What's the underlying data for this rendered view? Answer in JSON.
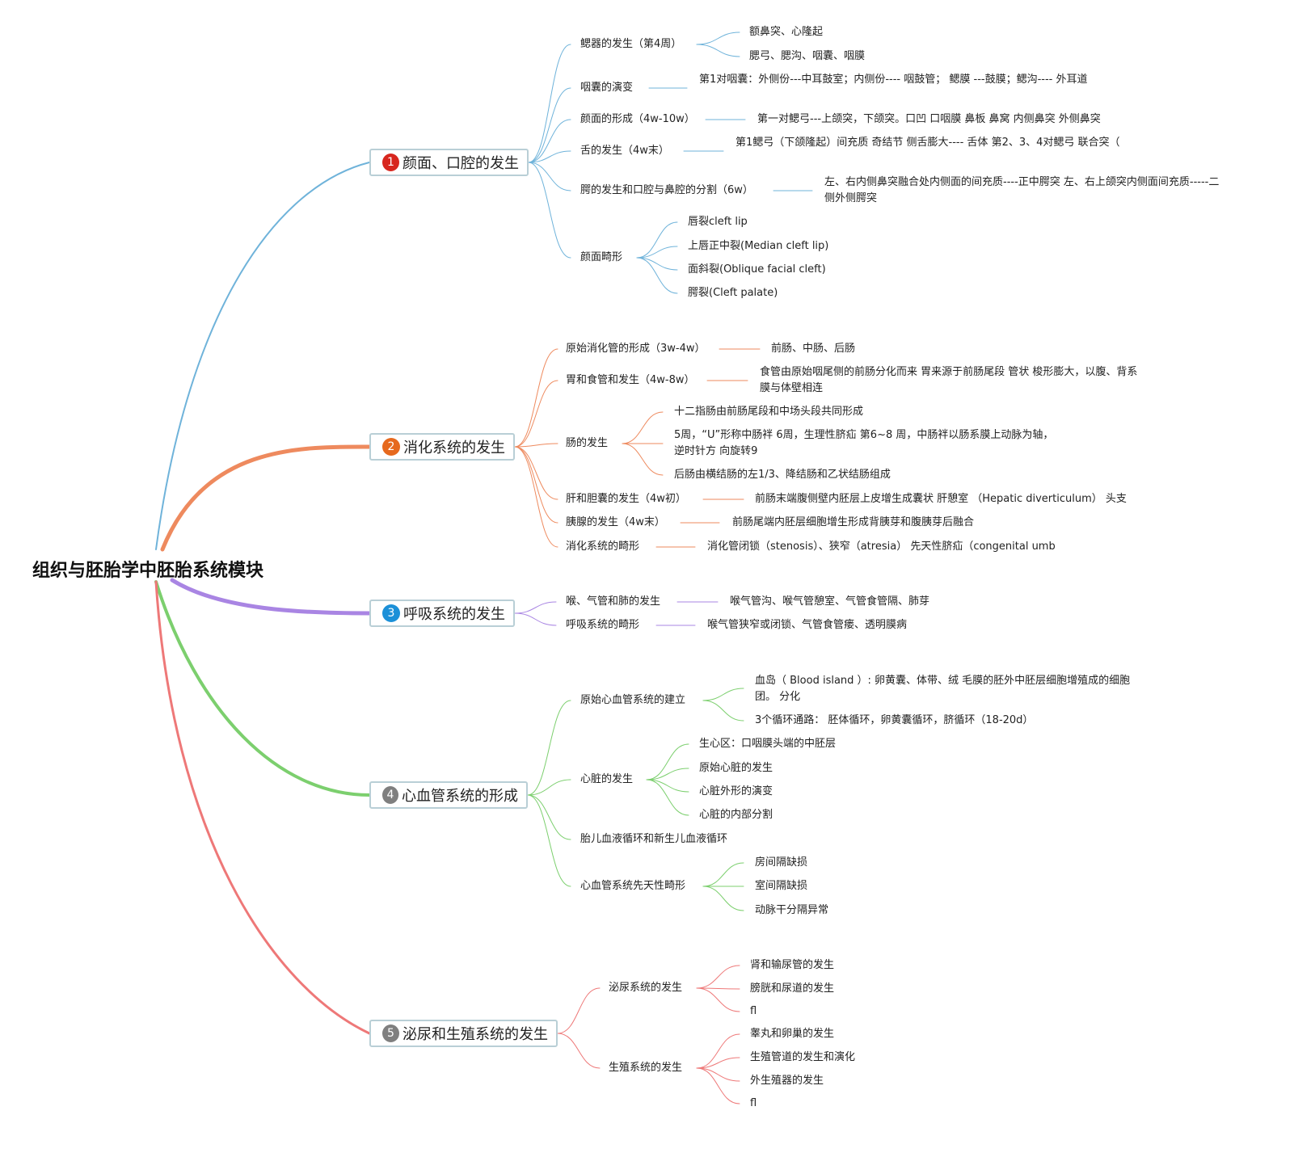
{
  "root": "组织与胚胎学中胚胎系统模块",
  "colors": {
    "s1": "#6fb3da",
    "s2": "#ee8a5e",
    "s3": "#a985e3",
    "s4": "#7ccf6e",
    "s5": "#ee7878",
    "badge1": "#d7261e",
    "badge2": "#e6691e",
    "badge3": "#1b90d8",
    "badge4": "#7f7f7f",
    "badge5": "#7f7f7f"
  },
  "branches": [
    {
      "number": "1",
      "label": "颜面、口腔的发生",
      "children": [
        {
          "label": "鳃器的发生（第4周）",
          "children": [
            "额鼻突、心隆起",
            "腮弓、腮沟、咽囊、咽膜"
          ]
        },
        {
          "label": "咽囊的演变",
          "children": [
            "第1对咽囊：外侧份---中耳鼓室；内侧份---- 咽鼓管； 鳃膜 ---鼓膜；鳃沟---- 外耳道"
          ]
        },
        {
          "label": "颜面的形成（4w-10w）",
          "children": [
            "第一对鳃弓---上颌突，下颌突。口凹 口咽膜 鼻板 鼻窝 内侧鼻突 外侧鼻突"
          ]
        },
        {
          "label": "舌的发生（4w末）",
          "children": [
            "第1鳃弓（下颌隆起）间充质    奇结节    侧舌膨大---- 舌体 第2、3、4对鳃弓    联合突（"
          ]
        },
        {
          "label": "腭的发生和口腔与鼻腔的分割（6w）",
          "children": [
            "左、右内侧鼻突融合处内侧面的间充质----正中腭突 左、右上颌突内侧面间充质-----二侧外侧腭突"
          ]
        },
        {
          "label": "颜面畸形",
          "children": [
            "唇裂cleft lip",
            "上唇正中裂(Median cleft lip)",
            "面斜裂(Oblique facial cleft)",
            "腭裂(Cleft palate)"
          ]
        }
      ]
    },
    {
      "number": "2",
      "label": "消化系统的发生",
      "children": [
        {
          "label": "原始消化管的形成（3w-4w）",
          "children": [
            "前肠、中肠、后肠"
          ]
        },
        {
          "label": "胃和食管和发生（4w-8w）",
          "children": [
            "食管由原始咽尾侧的前肠分化而来    胃来源于前肠尾段    管状 梭形膨大，以腹、背系膜与体壁相连"
          ]
        },
        {
          "label": "肠的发生",
          "children": [
            "十二指肠由前肠尾段和中场头段共同形成",
            "5周，“U”形称中肠袢 6周，生理性脐疝 第6~8 周，中肠袢以肠系膜上动脉为轴，逆时针方 向旋转9",
            "后肠由横结肠的左1/3、降结肠和乙状结肠组成"
          ]
        },
        {
          "label": "肝和胆囊的发生（4w初）",
          "children": [
            "前肠末端腹侧壁内胚层上皮增生成囊状    肝憩室 （Hepatic diverticulum）    头支"
          ]
        },
        {
          "label": "胰腺的发生（4w末）",
          "children": [
            "前肠尾端内胚层细胞增生形成背胰芽和腹胰芽后融合"
          ]
        },
        {
          "label": "消化系统的畸形",
          "children": [
            "消化管闭锁（stenosis）、狭窄（atresia）    先天性脐疝（congenital umb"
          ]
        }
      ]
    },
    {
      "number": "3",
      "label": "呼吸系统的发生",
      "children": [
        {
          "label": "喉、气管和肺的发生",
          "children": [
            "喉气管沟、喉气管憩室、气管食管隔、肺芽"
          ]
        },
        {
          "label": "呼吸系统的畸形",
          "children": [
            "喉气管狭窄或闭锁、气管食管瘘、透明膜病"
          ]
        }
      ]
    },
    {
      "number": "4",
      "label": "心血管系统的形成",
      "children": [
        {
          "label": "原始心血管系统的建立",
          "children": [
            "血岛（ Blood island ）: 卵黄囊、体带、绒 毛膜的胚外中胚层细胞增殖成的细胞团。 分化",
            "3个循环通路： 胚体循环，卵黄囊循环，脐循环（18-20d）"
          ]
        },
        {
          "label": "心脏的发生",
          "children": [
            "生心区：口咽膜头端的中胚层",
            "原始心脏的发生",
            "心脏外形的演变",
            "心脏的内部分割"
          ]
        },
        {
          "label": "胎儿血液循环和新生儿血液循环",
          "children": []
        },
        {
          "label": "心血管系统先天性畸形",
          "children": [
            "房间隔缺损",
            "室间隔缺损",
            "动脉干分隔异常"
          ]
        }
      ]
    },
    {
      "number": "5",
      "label": "泌尿和生殖系统的发生",
      "children": [
        {
          "label": "泌尿系统的发生",
          "children": [
            "肾和输尿管的发生",
            "膀胱和尿道的发生",
            "fl"
          ]
        },
        {
          "label": "生殖系统的发生",
          "children": [
            "睾丸和卵巢的发生",
            "生殖管道的发生和演化",
            "外生殖器的发生",
            "fl"
          ]
        }
      ]
    }
  ]
}
